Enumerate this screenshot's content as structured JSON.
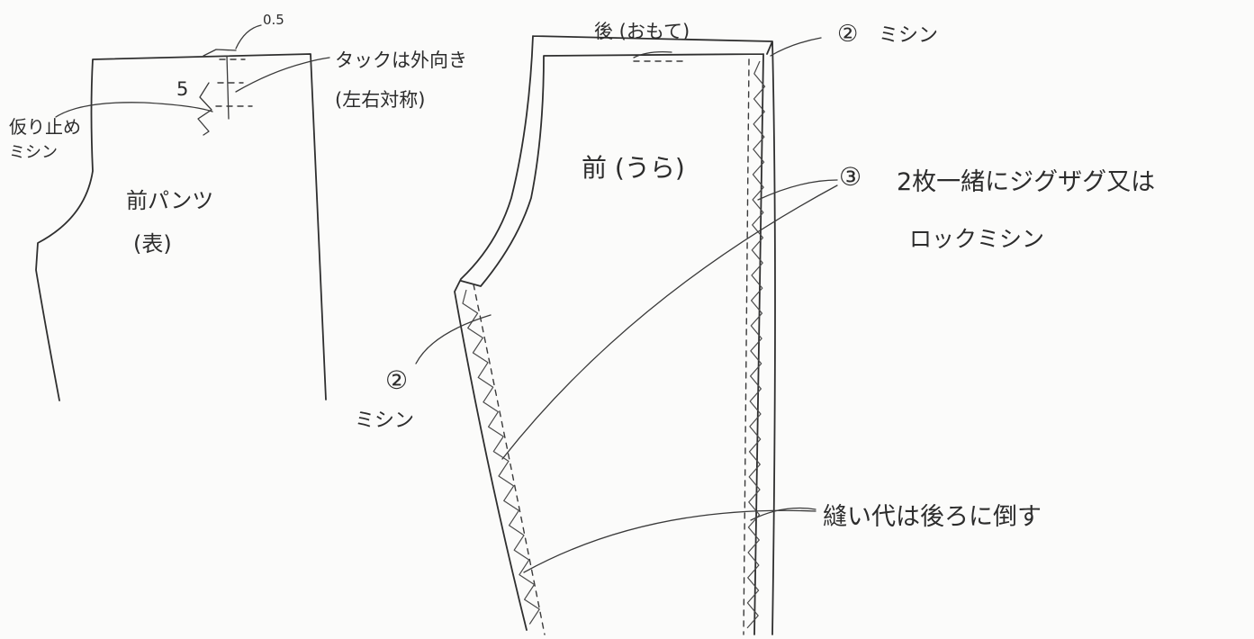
{
  "labels": {
    "dim_05": "0.5",
    "tuck_outward": "タックは外向き",
    "symmetric": "(左右対称)",
    "dim_5": "5",
    "baste_line1": "仮り止め",
    "baste_line2": "ミシン",
    "front_pants_title": "前パンツ",
    "front_pants_face": "(表)",
    "back_face": "後 (おもて)",
    "front_back_side": "前 (うら)",
    "step2_top_num": "②",
    "step2_top_text": "ミシン",
    "step3_num": "③",
    "step3_line1": "2枚一緒にジグザグ又は",
    "step3_line2": "ロックミシン",
    "step2_left_num": "②",
    "step2_left_text": "ミシン",
    "seam_note": "縫い代は後ろに倒す"
  },
  "colors": {
    "paper": "#fbfbfa",
    "ink": "#2f2f2f"
  }
}
